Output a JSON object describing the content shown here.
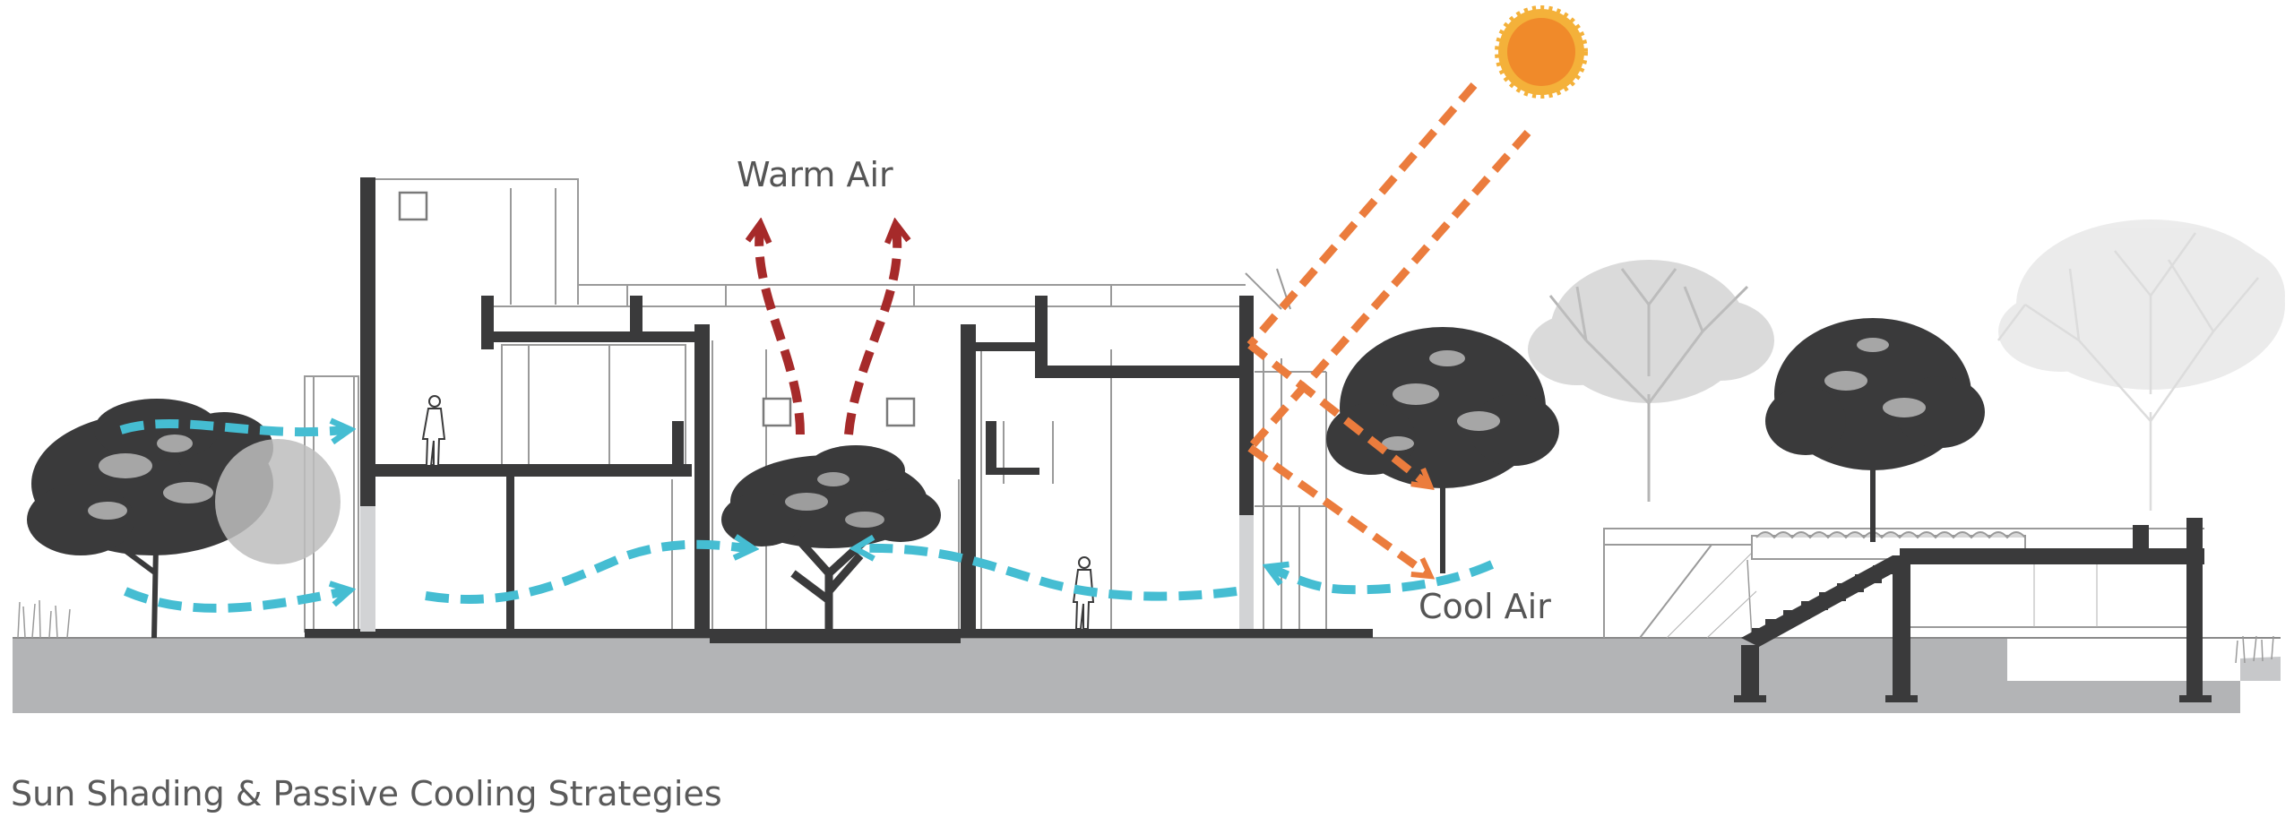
{
  "labels": {
    "warm_air": "Warm Air",
    "cool_air": "Cool Air"
  },
  "caption": "Sun Shading & Passive Cooling Strategies",
  "colors": {
    "structure": "#3a3a3b",
    "ground": "#b3b4b6",
    "thin_lines": "#9a9a9a",
    "tree_dark": "#3a3a3b",
    "tree_faded": "#b5b5b5",
    "tree_faint": "#dcdcdc",
    "sun": "#f29a2e",
    "sun_rays": "#eb7c3d",
    "warm_air": "#a62a2a",
    "cool_air": "#45bdd2",
    "text": "#555555"
  },
  "icons": {
    "sun": "sun-icon",
    "person": "person-silhouette-icon",
    "tree": "tree-icon"
  }
}
